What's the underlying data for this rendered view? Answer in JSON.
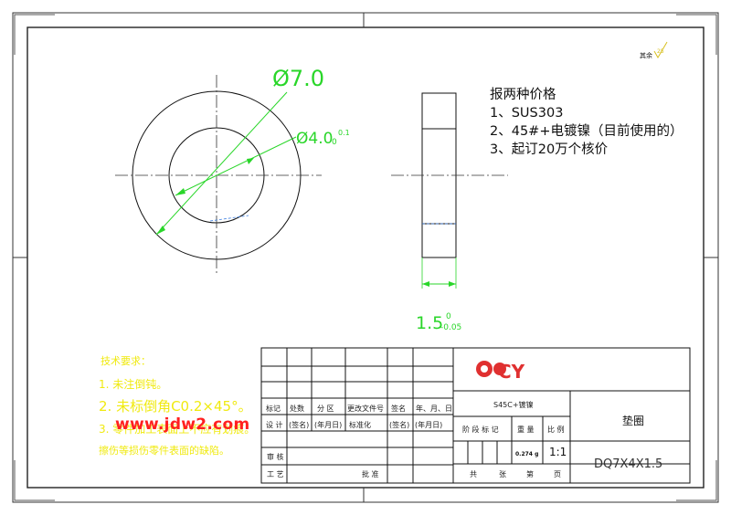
{
  "corner_label": "其余",
  "corner_symbol": "25",
  "dimensions": {
    "outer_diameter": "Ø7.0",
    "inner_diameter_prefix": "Ø4.0",
    "inner_tol_upper": "0.1",
    "inner_tol_lower": "0",
    "thickness_prefix": "1.5",
    "thickness_tol_upper": "0",
    "thickness_tol_lower": "-0.05"
  },
  "note": {
    "title": "报两种价格",
    "items": [
      "1、SUS303",
      "2、45#+电镀镍（目前使用的）",
      "3、起订20万个核价"
    ]
  },
  "tech_requirements": {
    "title": "技术要求：",
    "items": [
      "1. 未注倒钝。",
      "2. 未标倒角C0.2×45°。",
      "3. 零件加工表面上不应有划痕。",
      "   擦伤等损伤零件表面的缺陷。"
    ]
  },
  "watermark": "www.jdw2.com",
  "title_block": {
    "logo_text": "CY",
    "row_labels": [
      "标记",
      "处数",
      "分 区",
      "更改文件号",
      "签名",
      "年、月、日"
    ],
    "row_labels_2": [
      "设 计",
      "(签名)",
      "(年月日)",
      "标准化",
      "(签名)",
      "(年月日)"
    ],
    "review_label": "审 核",
    "process_label": "工 艺",
    "approve_label": "批 准",
    "material": "S45C+镀镍",
    "stage_labels": [
      "阶 段 标 记",
      "重 量",
      "比 例"
    ],
    "weight": "0.274 g",
    "scale": "1:1",
    "sheet_labels": [
      "共",
      "张",
      "第",
      "页"
    ],
    "part_name": "垫圈",
    "part_number": "DQ7X4X1.5"
  }
}
